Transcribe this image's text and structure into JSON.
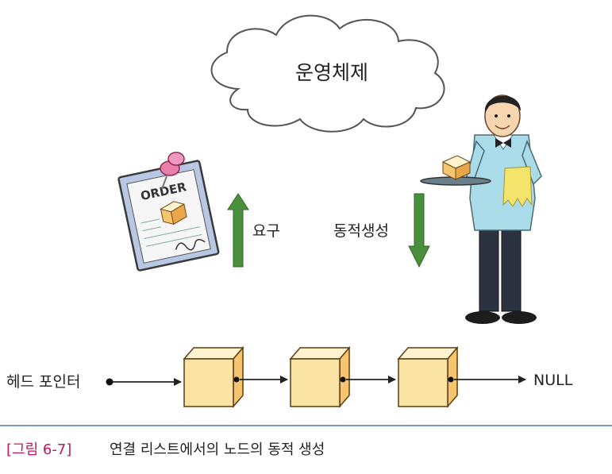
{
  "diagram": {
    "cloud_label": "운영체제",
    "request_label": "요구",
    "allocate_label": "동적생성",
    "head_pointer_label": "헤드 포인터",
    "null_label": "NULL",
    "order_form_text": "ORDER",
    "node_count": 3,
    "colors": {
      "arrow_green": "#4a8f3c",
      "box_front": "#fbe3a3",
      "box_top": "#fff3cf",
      "box_side": "#f6c56e",
      "caption_tag": "#c2185b"
    }
  },
  "caption": {
    "tag": "[그림 6-7]",
    "text": "연결 리스트에서의 노드의 동적 생성"
  }
}
